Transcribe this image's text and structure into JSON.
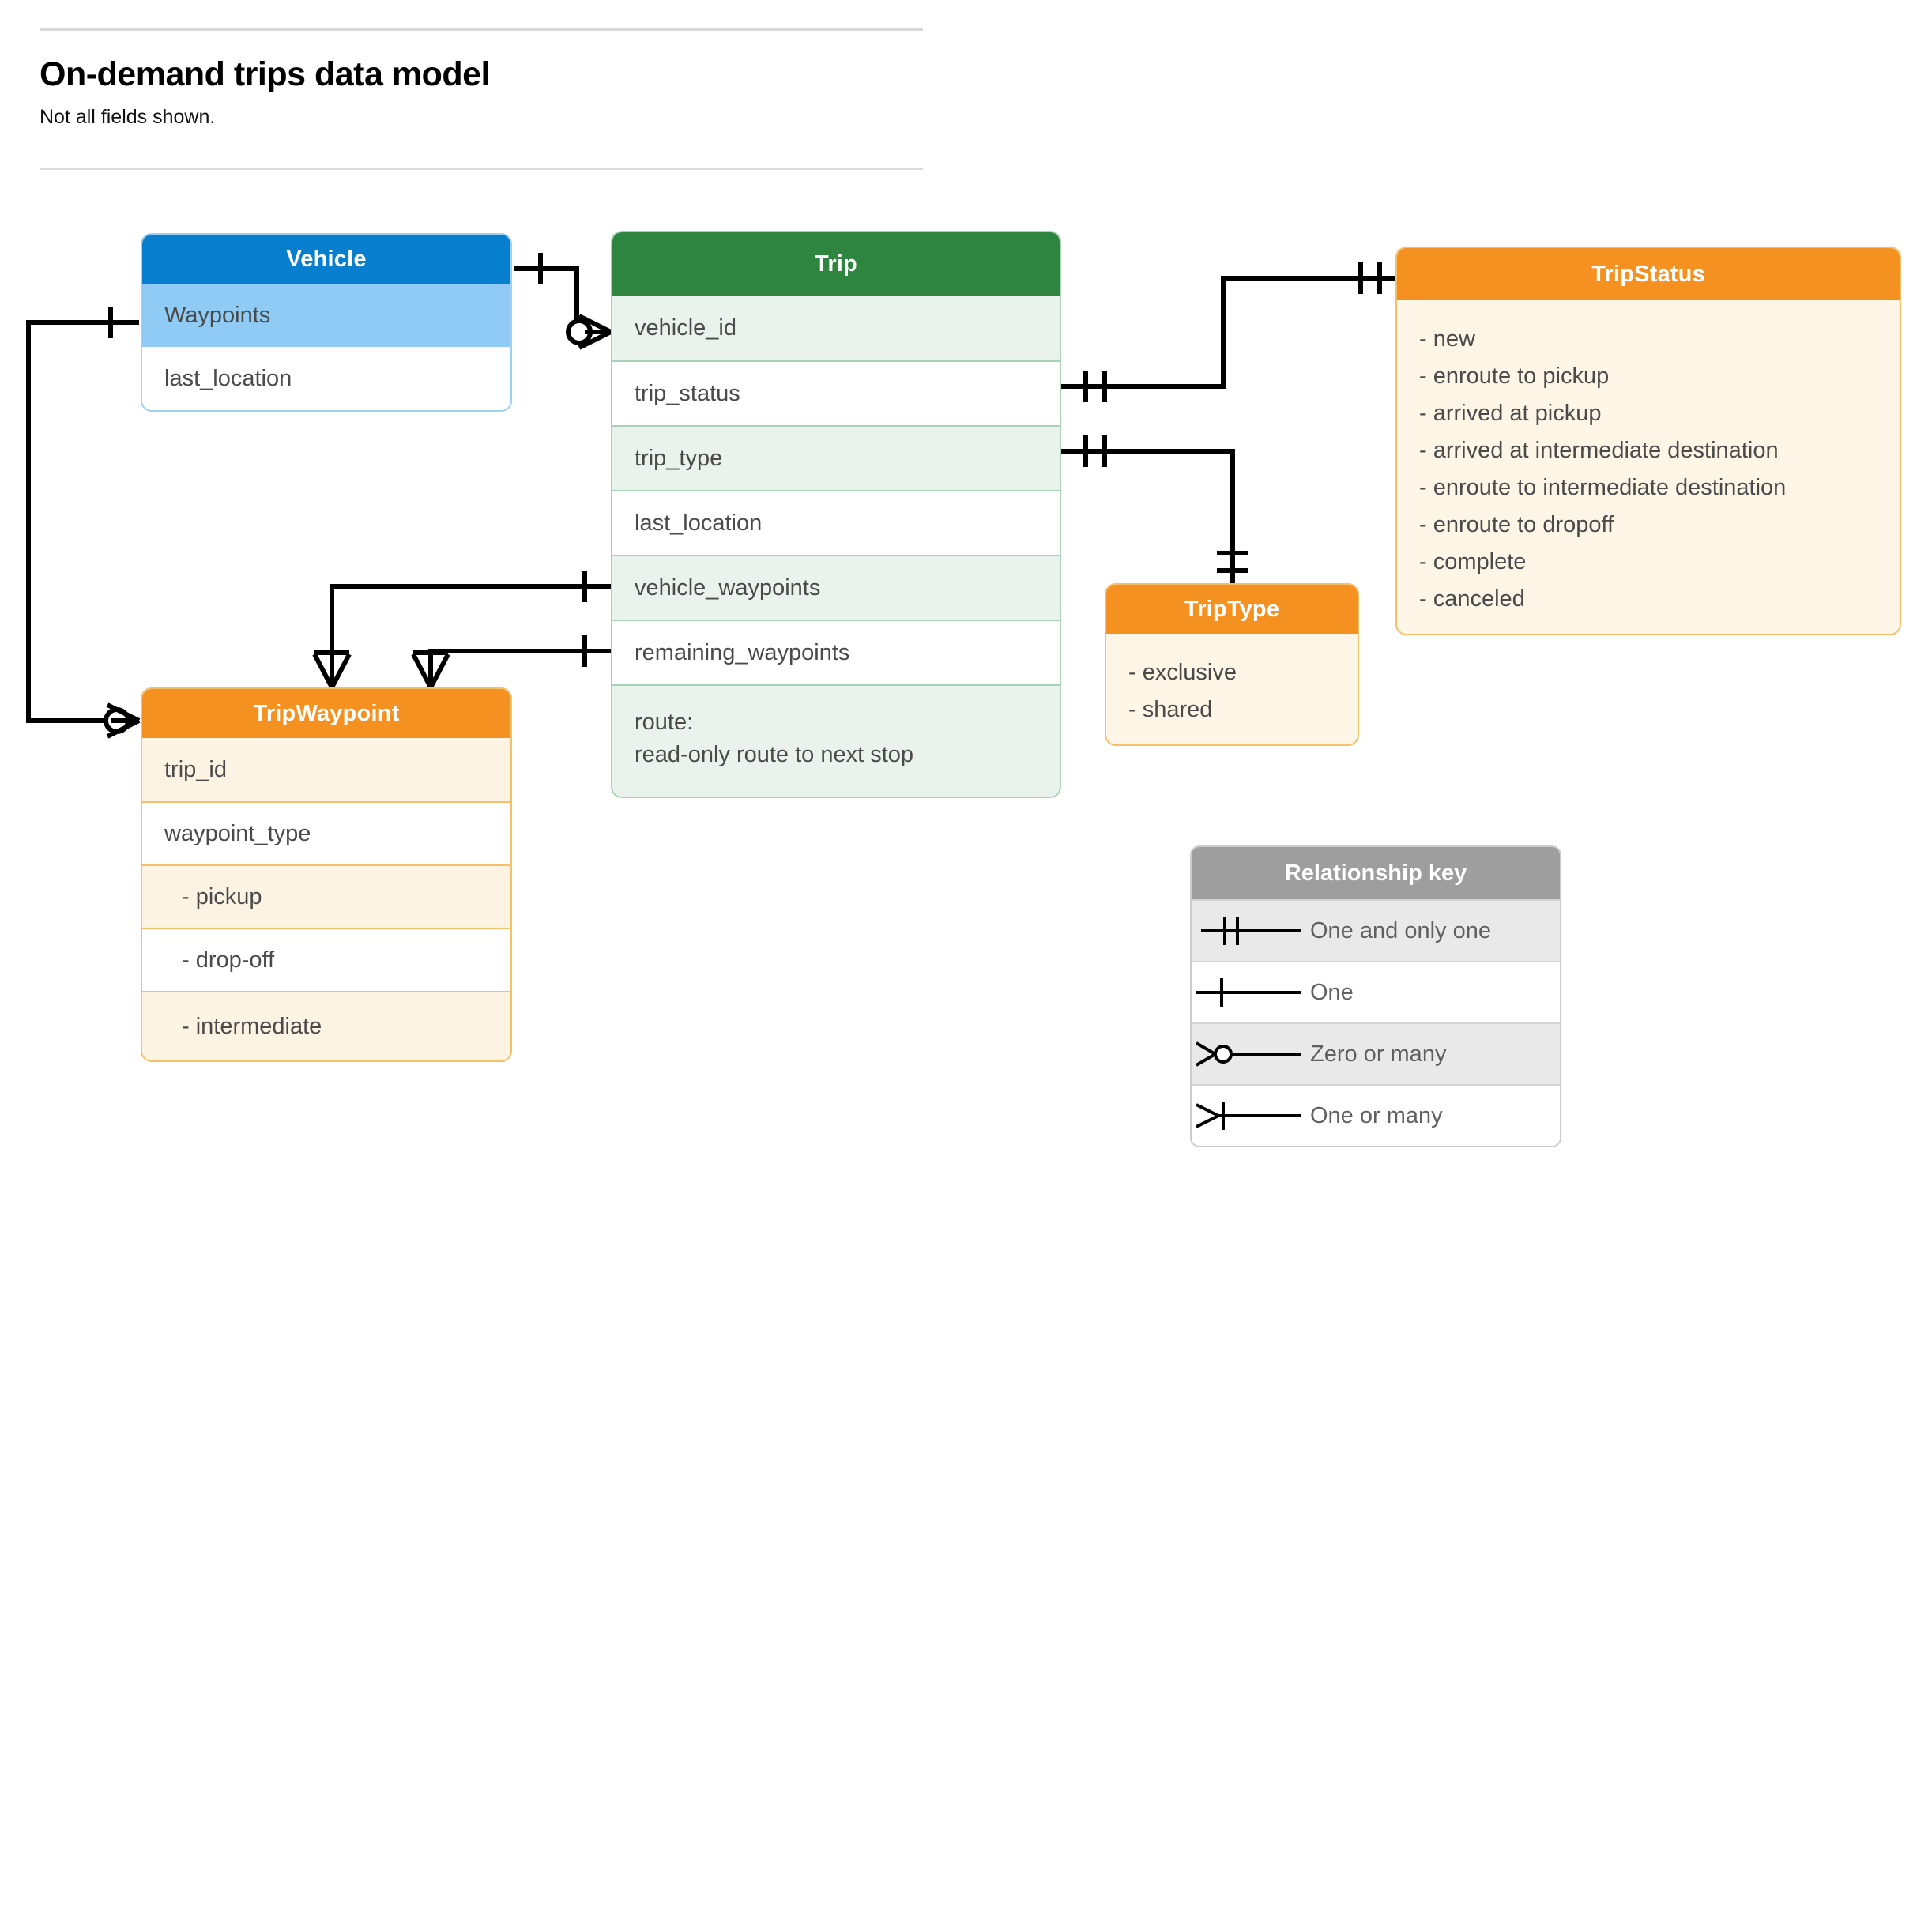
{
  "header": {
    "title": "On-demand trips data model",
    "subtitle": "Not all fields shown."
  },
  "entities": {
    "vehicle": {
      "name": "Vehicle",
      "header_color": "#087fce",
      "rows": [
        "Waypoints",
        "last_location"
      ]
    },
    "trip": {
      "name": "Trip",
      "header_color": "#2e8540",
      "rows": [
        "vehicle_id",
        "trip_status",
        "trip_type",
        "last_location",
        "vehicle_waypoints",
        "remaining_waypoints"
      ],
      "route_label": "route:",
      "route_desc": "read-only route to next stop"
    },
    "trip_status": {
      "name": "TripStatus",
      "header_color": "#f59120",
      "values": [
        "- new",
        "- enroute to pickup",
        "- arrived at pickup",
        "- arrived at intermediate destination",
        "- enroute to intermediate destination",
        "- enroute to dropoff",
        "- complete",
        "- canceled"
      ]
    },
    "trip_type": {
      "name": "TripType",
      "header_color": "#f59120",
      "values": [
        "- exclusive",
        "- shared"
      ]
    },
    "trip_waypoint": {
      "name": "TripWaypoint",
      "header_color": "#f59120",
      "rows": [
        "trip_id",
        "waypoint_type",
        "-  pickup",
        "-  drop-off",
        "-  intermediate"
      ]
    }
  },
  "legend": {
    "title": "Relationship key",
    "items": [
      {
        "symbol": "one-and-only-one",
        "label": "One and only one"
      },
      {
        "symbol": "one",
        "label": "One"
      },
      {
        "symbol": "zero-or-many",
        "label": "Zero or many"
      },
      {
        "symbol": "one-or-many",
        "label": "One or many"
      }
    ]
  }
}
